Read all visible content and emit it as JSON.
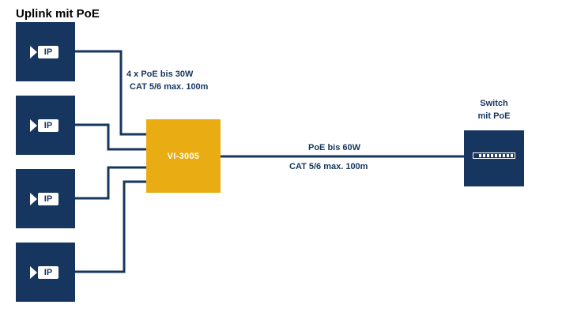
{
  "title": "Uplink mit PoE",
  "camera_label": "IP",
  "injector_label": "VI-3005",
  "poe_camera_line1": "4 x PoE bis 30W",
  "poe_camera_line2": "CAT 5/6 max. 100m",
  "uplink_line1": "PoE bis 60W",
  "uplink_line2": "CAT 5/6 max. 100m",
  "switch_line1": "Switch",
  "switch_line2": "mit PoE",
  "icons": [
    "ip-camera-icon",
    "switch-ports-icon"
  ],
  "colors": {
    "navy": "#16365f",
    "injector": "#e9ad13",
    "background": "#ffffff"
  }
}
